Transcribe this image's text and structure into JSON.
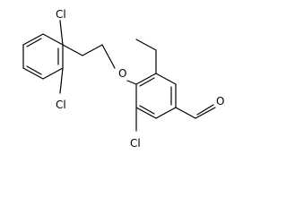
{
  "molecule": {
    "atoms": {
      "cl_top": "Cl",
      "cl_bottom_left": "Cl",
      "cl_bottom_right": "Cl",
      "o_ether": "O",
      "o_aldehyde": "O"
    }
  },
  "colors": {
    "ink": "#000000",
    "background": "#ffffff"
  }
}
